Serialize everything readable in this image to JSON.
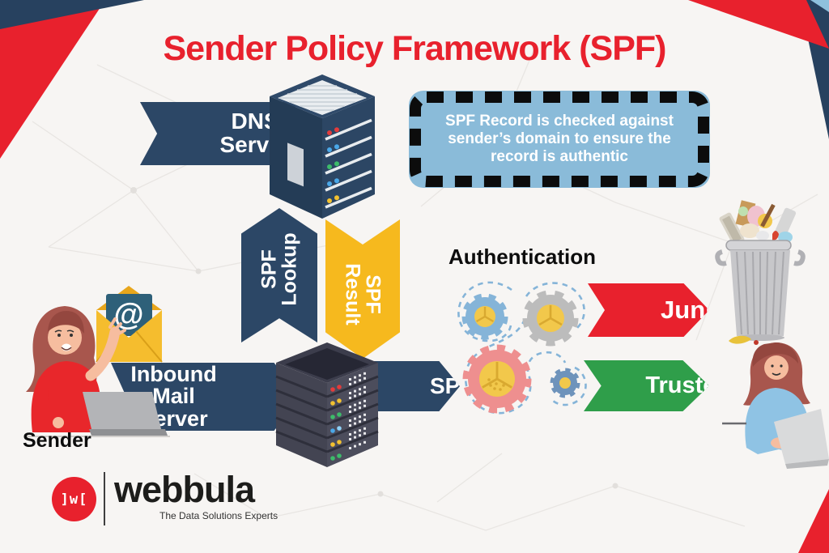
{
  "title": "Sender Policy Framework (SPF)",
  "colors": {
    "navy": "#2C4766",
    "yellow": "#F6B91E",
    "red": "#E8212D",
    "green": "#2F9E4A",
    "note_blue": "#8ABBD9",
    "background": "#F7F5F3",
    "title_red": "#E8212D"
  },
  "dns_banner": {
    "line1": "DNS",
    "line2": "Server"
  },
  "spf_note": {
    "text": "SPF Record is checked against sender’s domain to ensure the record is authentic"
  },
  "spf_lookup": {
    "line1": "SPF",
    "line2": "Lookup"
  },
  "spf_result": {
    "line1": "SPF",
    "line2": "Result"
  },
  "inbound_banner": {
    "line1": "Inbound",
    "line2": "Mail Server"
  },
  "spf_check": {
    "label": "SPF"
  },
  "authentication": {
    "label": "Authentication"
  },
  "outcomes": {
    "junk": "Junk",
    "trusted": "Trusted"
  },
  "sender": {
    "label": "Sender"
  },
  "email": {
    "symbol": "@"
  },
  "logo": {
    "mark": "]w[",
    "name": "webbula",
    "tagline": "The Data Solutions Experts"
  },
  "icons": {
    "dns_server": "server-tower-icon",
    "inbound_mail_server": "server-tower-icon",
    "authentication_process": "gears-icon",
    "junk_destination": "trash-can-icon",
    "trusted_destination": "person-with-laptop-icon",
    "sender_person": "person-with-laptop-icon",
    "email": "envelope-at-icon"
  }
}
